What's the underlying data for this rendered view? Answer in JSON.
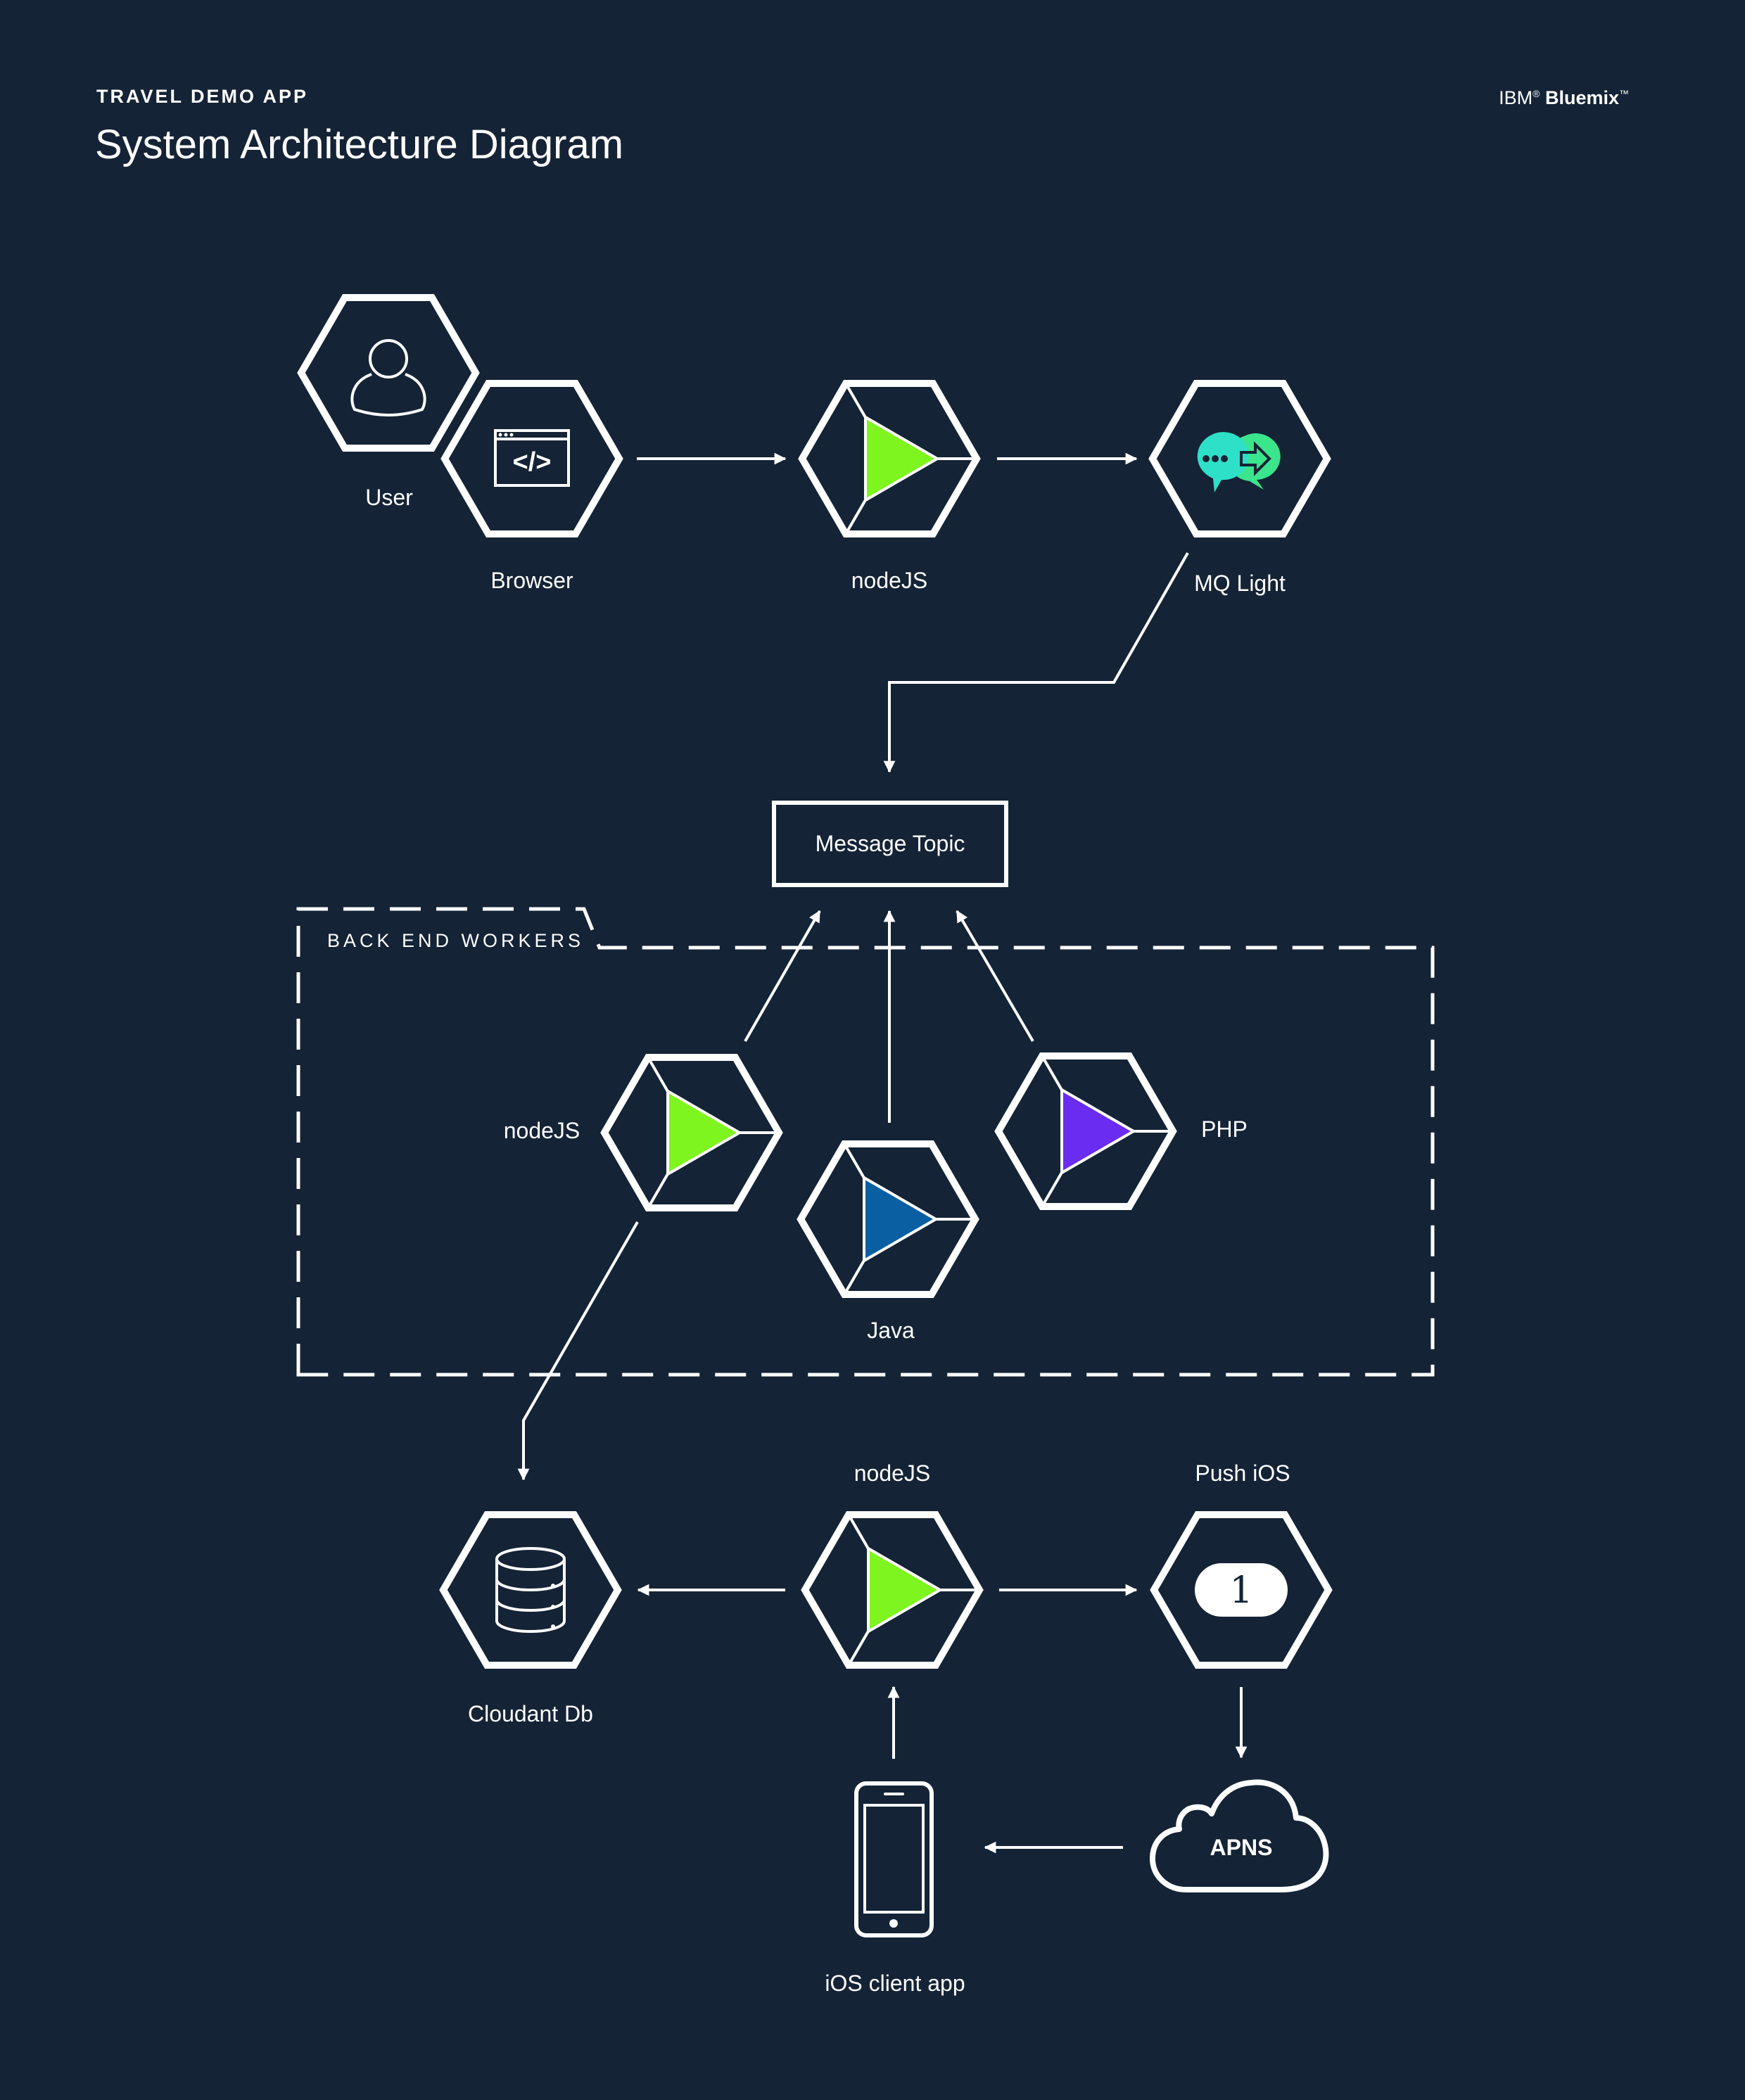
{
  "header": {
    "supertitle": "TRAVEL DEMO APP",
    "title": "System Architecture Diagram",
    "brand_ibm": "IBM",
    "brand_reg": "®",
    "brand_name": "Bluemix",
    "brand_tm": "™"
  },
  "nodes": {
    "user": "User",
    "browser": "Browser",
    "node_top": "nodeJS",
    "mq_light": "MQ Light",
    "message_topic": "Message Topic",
    "group_label": "BACK END WORKERS",
    "worker_node": "nodeJS",
    "worker_java": "Java",
    "worker_php": "PHP",
    "node_bottom": "nodeJS",
    "push_ios": "Push iOS",
    "cloudant": "Cloudant Db",
    "apns": "APNS",
    "ios_app": "iOS client app",
    "push_badge": "1"
  },
  "colors": {
    "background": "#142335",
    "node_green": "#7ef51f",
    "java_blue": "#0a5fa3",
    "php_purple": "#6a2cf0",
    "mq_teal": "#2fe0c8",
    "mq_green": "#3be58c"
  },
  "icons": [
    "user-icon",
    "browser-icon",
    "nodejs-icon",
    "mq-light-icon",
    "java-icon",
    "php-icon",
    "database-icon",
    "push-badge-icon",
    "cloud-icon",
    "phone-icon"
  ]
}
